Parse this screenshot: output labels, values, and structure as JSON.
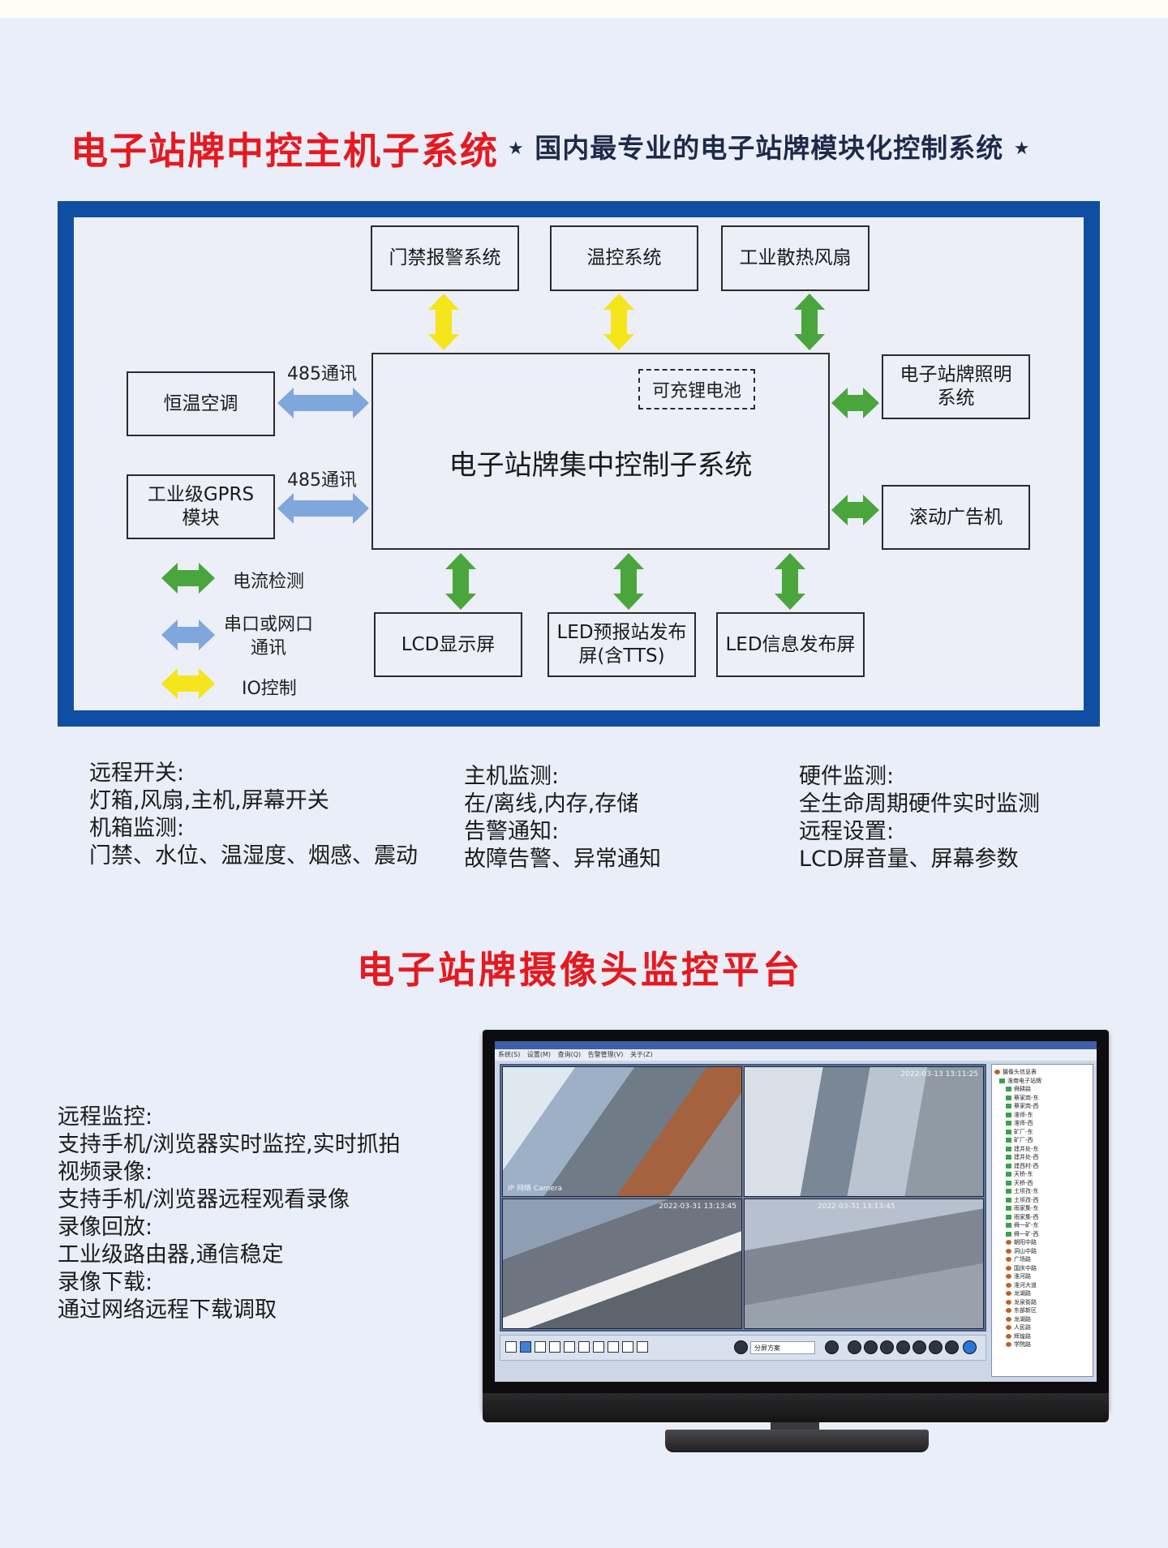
{
  "colors": {
    "red": "#e6191f",
    "blue_frame": "#0f4ea2",
    "arrow_green": "#4aa63c",
    "arrow_blue": "#7fa7db",
    "arrow_yellow": "#f5e51b"
  },
  "header": {
    "title": "电子站牌中控主机子系统",
    "subtitle": "国内最专业的电子站牌模块化控制系统",
    "star": "★"
  },
  "diagram": {
    "center_box": "电子站牌集中控制子系统",
    "battery": "可充锂电池",
    "top_boxes": [
      "门禁报警系统",
      "温控系统",
      "工业散热风扇"
    ],
    "left_boxes": [
      {
        "lines": [
          "恒温空调"
        ],
        "comm_label": "485通讯"
      },
      {
        "lines": [
          "工业级GPRS",
          "模块"
        ],
        "comm_label": "485通讯"
      }
    ],
    "right_boxes": [
      {
        "lines": [
          "电子站牌照明",
          "系统"
        ]
      },
      {
        "lines": [
          "滚动广告机"
        ]
      }
    ],
    "bottom_boxes": [
      {
        "lines": [
          "LCD显示屏"
        ]
      },
      {
        "lines": [
          "LED预报站发布",
          "屏(含TTS)"
        ]
      },
      {
        "lines": [
          "LED信息发布屏"
        ]
      }
    ],
    "legend": [
      {
        "color": "green",
        "lines": [
          "电流检测"
        ]
      },
      {
        "color": "blue",
        "lines": [
          "串口或网口",
          "通讯"
        ]
      },
      {
        "color": "yellow",
        "lines": [
          "IO控制"
        ]
      }
    ]
  },
  "features": [
    [
      "远程开关:",
      "灯箱,风扇,主机,屏幕开关",
      "机箱监测:",
      "门禁、水位、温湿度、烟感、震动"
    ],
    [
      "主机监测:",
      "在/离线,内存,存储",
      "告警通知:",
      "故障告警、异常通知"
    ],
    [
      "硬件监测:",
      "全生命周期硬件实时监测",
      "远程设置:",
      "LCD屏音量、屏幕参数"
    ]
  ],
  "camera_section": {
    "title": "电子站牌摄像头监控平台",
    "features": [
      "远程监控:",
      "支持手机/浏览器实时监控,实时抓拍",
      "视频录像:",
      "支持手机/浏览器远程观看录像",
      "录像回放:",
      "工业级路由器,通信稳定",
      "录像下载:",
      "通过网络远程下载调取"
    ]
  },
  "app_window": {
    "menu": [
      "系统(S)",
      "设置(M)",
      "查询(Q)",
      "告警管理(V)",
      "关于(Z)"
    ],
    "timestamps": [
      "2022-03-13 13:11:25",
      "2022-03-31 13:13:45",
      "2022-03-31 13:13:45"
    ],
    "cam_label": "IP 网络 Camera",
    "toolbar_select": "分屏方案",
    "tree_root": "摄像头信息表",
    "tree_items": [
      "淮南电子站牌",
      "舜耕路",
      "蔡家岗-东",
      "蔡家岗-西",
      "淮师-东",
      "淮师-西",
      "矿厂-东",
      "矿厂-西",
      "建井处-东",
      "建井处-西",
      "建西村-西",
      "天桥-东",
      "天桥-西",
      "土坝孜-东",
      "土坝孜-西",
      "雨家集-东",
      "雨家集-西",
      "舜一矿-东",
      "舜一矿-西",
      "朝阳中路",
      "洞山中路",
      "广场路",
      "国庆中路",
      "淮河路",
      "淮河大道",
      "龙湖路",
      "龙泉街路",
      "东部新区",
      "龙湖路",
      "人民路",
      "辉煌路",
      "学院路"
    ]
  }
}
